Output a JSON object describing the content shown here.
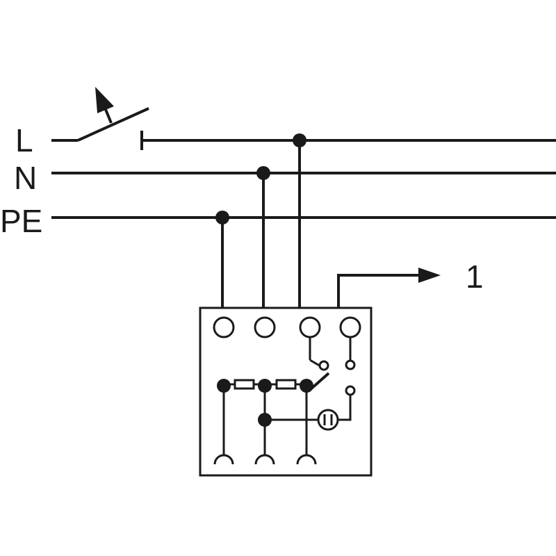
{
  "labels": {
    "line": "L",
    "neutral": "N",
    "protective_earth": "PE",
    "output": "1"
  },
  "colors": {
    "stroke": "#1a1a1a",
    "background": "#ffffff"
  }
}
